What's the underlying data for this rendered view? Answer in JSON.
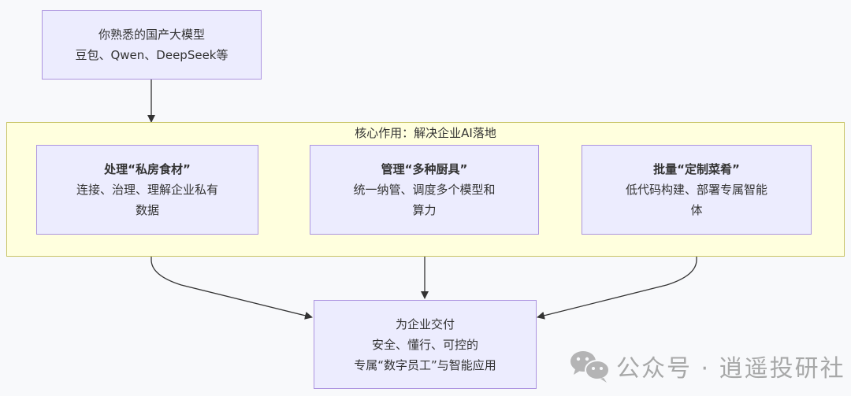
{
  "diagram": {
    "top_node": {
      "lines": [
        "你熟悉的国产大模型",
        "豆包、Qwen、DeepSeek等"
      ]
    },
    "cluster": {
      "title": "核心作用：解决企业AI落地",
      "nodes": [
        {
          "title": "处理“私房食材”",
          "lines": [
            "连接、治理、理解企业私有",
            "数据"
          ]
        },
        {
          "title": "管理“多种厨具”",
          "lines": [
            "统一纳管、调度多个模型和",
            "算力"
          ]
        },
        {
          "title": "批量“定制菜肴”",
          "lines": [
            "低代码构建、部署专属智能",
            "体"
          ]
        }
      ]
    },
    "bottom_node": {
      "lines": [
        "为企业交付",
        "安全、懂行、可控的",
        "专属“数字员工”与智能应用"
      ]
    },
    "edges": [
      {
        "from": "top_node",
        "to": "cluster"
      },
      {
        "from": "cluster.nodes.0",
        "to": "bottom_node"
      },
      {
        "from": "cluster.nodes.1",
        "to": "bottom_node"
      },
      {
        "from": "cluster.nodes.2",
        "to": "bottom_node"
      }
    ],
    "colors": {
      "node_fill": "#ececfe",
      "node_border": "#ac94e0",
      "cluster_fill": "#ffffde",
      "cluster_border": "#c8c466",
      "edge": "#333333"
    }
  },
  "watermark": {
    "icon": "wechat-icon",
    "text": "公众号 · 逍遥投研社"
  }
}
